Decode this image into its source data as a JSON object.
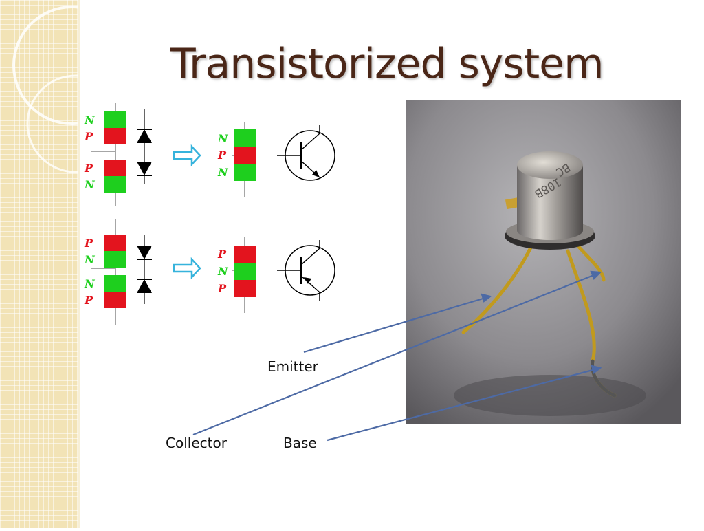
{
  "slide": {
    "title": "Transistorized system"
  },
  "diagram": {
    "npn_diode_letters": [
      "N",
      "P",
      "P",
      "N"
    ],
    "npn_letters": [
      "N",
      "P",
      "N"
    ],
    "pnp_diode_letters": [
      "P",
      "N",
      "N",
      "P"
    ],
    "pnp_letters": [
      "P",
      "N",
      "P"
    ]
  },
  "photo": {
    "marking": [
      "BC",
      "108B"
    ]
  },
  "labels": {
    "emitter": "Emitter",
    "collector": "Collector",
    "base": "Base"
  },
  "colors": {
    "title": "#4a2617",
    "n_region": "#1ecf1e",
    "p_region": "#e3141e",
    "arrow": "#36b3dc",
    "pointer": "#4d6aa5"
  }
}
